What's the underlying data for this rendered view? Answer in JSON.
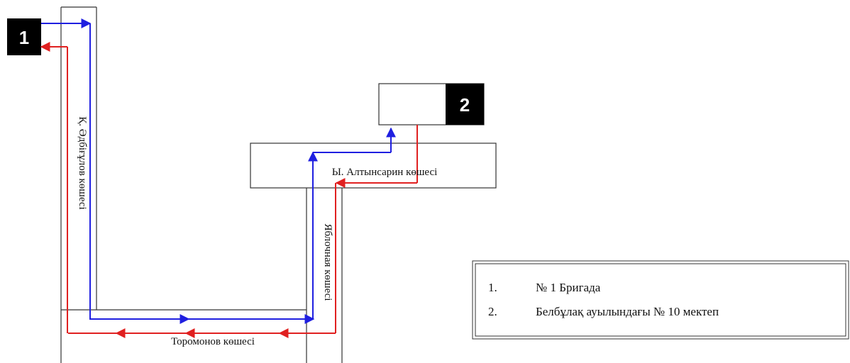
{
  "markers": [
    {
      "label": "1"
    },
    {
      "label": "2"
    }
  ],
  "streets": {
    "abdigulov": "Қ. Әдбіғұлов көшесі",
    "altynsarin": "Ы. Алтынсарин көшесі",
    "yablochnaya": "Яблочная көшесі",
    "toromonov": "Торомонов көшесі"
  },
  "legend": {
    "items": [
      {
        "num": "1.",
        "text": "№ 1 Бригада"
      },
      {
        "num": "2.",
        "text": "Белбұлақ ауылындағы № 10 мектеп"
      }
    ]
  },
  "colors": {
    "outbound_route": "#1f1fe0",
    "return_route": "#e02020",
    "outline": "#333333",
    "marker_fill": "#000000"
  }
}
